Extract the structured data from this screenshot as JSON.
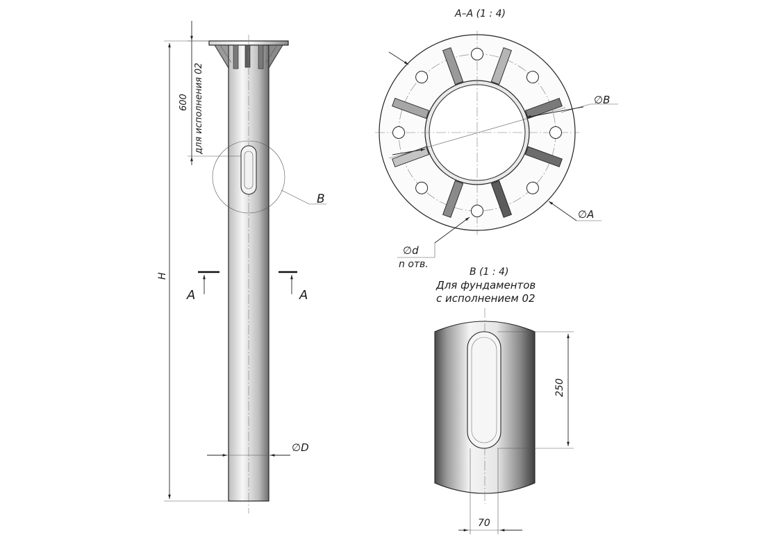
{
  "labels": {
    "dim_600": "600",
    "for_version_02": "для исполнения 02",
    "dim_H": "H",
    "section_mark_left": "A",
    "section_mark_right": "A",
    "detail_B": "B",
    "dia_D": "∅D",
    "section_title": "A–A (1 : 4)",
    "dia_B": "∅B",
    "dia_A": "∅A",
    "dia_d": "∅d",
    "n_holes": "n отв.",
    "detail_title": "B (1 : 4)",
    "detail_caption_1": "Для фундаментов",
    "detail_caption_2": "с исполнением 02",
    "dim_250": "250",
    "dim_70": "70"
  },
  "colors": {
    "line": "#222222",
    "metal_dark": "#6e6e6e",
    "metal_light": "#f4f4f4"
  }
}
